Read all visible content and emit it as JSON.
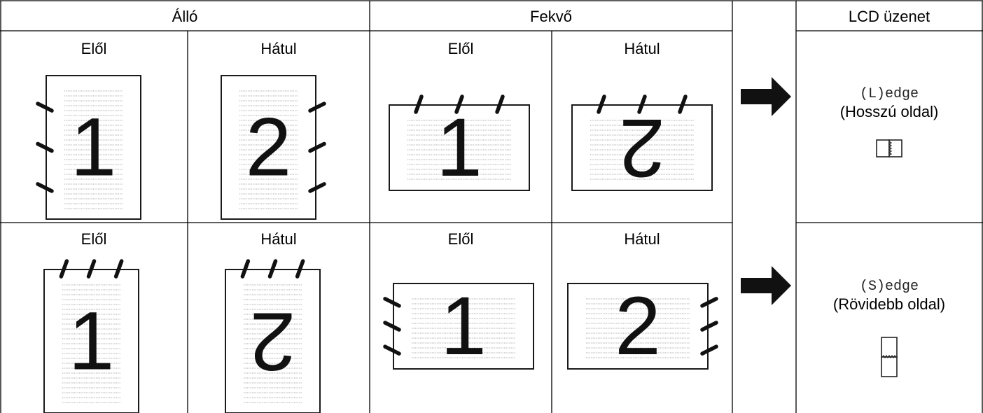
{
  "headers": {
    "portrait": "Álló",
    "landscape": "Fekvő",
    "lcd": "LCD üzenet"
  },
  "side_labels": {
    "front": "Elől",
    "back": "Hátul"
  },
  "rows": [
    {
      "pages": [
        {
          "orientation": "portrait",
          "side": "front",
          "number": "1",
          "binding": "left",
          "rotated": false
        },
        {
          "orientation": "portrait",
          "side": "back",
          "number": "2",
          "binding": "right",
          "rotated": false
        },
        {
          "orientation": "landscape",
          "side": "front",
          "number": "1",
          "binding": "top",
          "rotated": false
        },
        {
          "orientation": "landscape",
          "side": "back",
          "number": "2",
          "binding": "top",
          "rotated": true
        }
      ],
      "lcd_code": "(L)edge",
      "lcd_desc": "(Hosszú oldal)",
      "icon": "long-edge-book-icon"
    },
    {
      "pages": [
        {
          "orientation": "portrait",
          "side": "front",
          "number": "1",
          "binding": "top",
          "rotated": false
        },
        {
          "orientation": "portrait",
          "side": "back",
          "number": "2",
          "binding": "top",
          "rotated": true
        },
        {
          "orientation": "landscape",
          "side": "front",
          "number": "1",
          "binding": "left",
          "rotated": false
        },
        {
          "orientation": "landscape",
          "side": "back",
          "number": "2",
          "binding": "right",
          "rotated": false
        }
      ],
      "lcd_code": "(S)edge",
      "lcd_desc": "(Rövidebb oldal)",
      "icon": "short-edge-flip-icon"
    }
  ],
  "arrow_icon": "right-arrow-icon"
}
